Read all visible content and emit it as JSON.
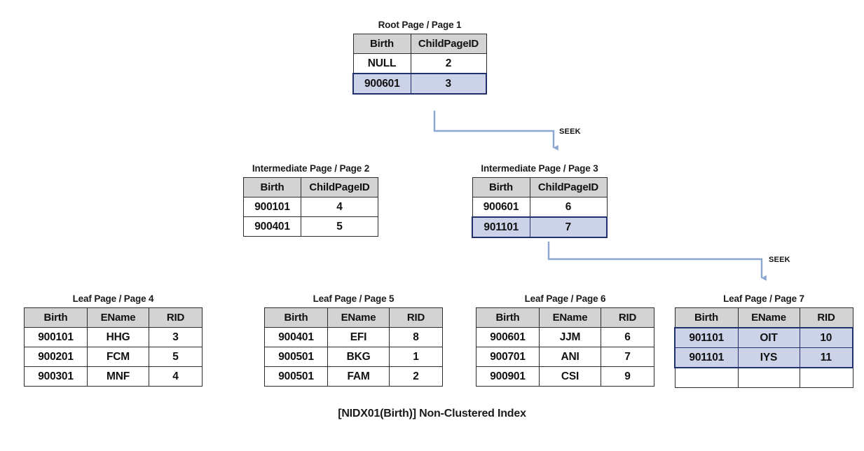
{
  "caption": "[NIDX01(Birth)] Non-Clustered Index",
  "colors": {
    "header_fill": "#d3d3d3",
    "highlight_fill": "#ccd3e8",
    "highlight_border": "#20306b",
    "arrow": "#8ba7d1",
    "cell_border": "#2b2b2b"
  },
  "arrows": [
    {
      "label": "SEEK",
      "from": "root-page-1",
      "to": "intermediate-page-3"
    },
    {
      "label": "SEEK",
      "from": "intermediate-page-3",
      "to": "leaf-page-7"
    }
  ],
  "nodes": {
    "root": {
      "title": "Root Page / Page 1",
      "columns": [
        "Birth",
        "ChildPageID"
      ],
      "rows": [
        {
          "cells": [
            "NULL",
            "2"
          ],
          "highlighted": false
        },
        {
          "cells": [
            "900601",
            "3"
          ],
          "highlighted": true
        }
      ]
    },
    "intermediate2": {
      "title": "Intermediate Page / Page 2",
      "columns": [
        "Birth",
        "ChildPageID"
      ],
      "rows": [
        {
          "cells": [
            "900101",
            "4"
          ],
          "highlighted": false
        },
        {
          "cells": [
            "900401",
            "5"
          ],
          "highlighted": false
        }
      ]
    },
    "intermediate3": {
      "title": "Intermediate Page / Page 3",
      "columns": [
        "Birth",
        "ChildPageID"
      ],
      "rows": [
        {
          "cells": [
            "900601",
            "6"
          ],
          "highlighted": false
        },
        {
          "cells": [
            "901101",
            "7"
          ],
          "highlighted": true
        }
      ]
    },
    "leaf4": {
      "title": "Leaf Page / Page 4",
      "columns": [
        "Birth",
        "EName",
        "RID"
      ],
      "rows": [
        {
          "cells": [
            "900101",
            "HHG",
            "3"
          ],
          "highlighted": false
        },
        {
          "cells": [
            "900201",
            "FCM",
            "5"
          ],
          "highlighted": false
        },
        {
          "cells": [
            "900301",
            "MNF",
            "4"
          ],
          "highlighted": false
        }
      ]
    },
    "leaf5": {
      "title": "Leaf Page / Page 5",
      "columns": [
        "Birth",
        "EName",
        "RID"
      ],
      "rows": [
        {
          "cells": [
            "900401",
            "EFI",
            "8"
          ],
          "highlighted": false
        },
        {
          "cells": [
            "900501",
            "BKG",
            "1"
          ],
          "highlighted": false
        },
        {
          "cells": [
            "900501",
            "FAM",
            "2"
          ],
          "highlighted": false
        }
      ]
    },
    "leaf6": {
      "title": "Leaf Page / Page 6",
      "columns": [
        "Birth",
        "EName",
        "RID"
      ],
      "rows": [
        {
          "cells": [
            "900601",
            "JJM",
            "6"
          ],
          "highlighted": false
        },
        {
          "cells": [
            "900701",
            "ANI",
            "7"
          ],
          "highlighted": false
        },
        {
          "cells": [
            "900901",
            "CSI",
            "9"
          ],
          "highlighted": false
        }
      ]
    },
    "leaf7": {
      "title": "Leaf Page / Page 7",
      "columns": [
        "Birth",
        "EName",
        "RID"
      ],
      "rows": [
        {
          "cells": [
            "901101",
            "OIT",
            "10"
          ],
          "highlighted": true
        },
        {
          "cells": [
            "901101",
            "IYS",
            "11"
          ],
          "highlighted": true
        },
        {
          "cells": [
            "",
            "",
            ""
          ],
          "highlighted": false
        }
      ]
    }
  }
}
